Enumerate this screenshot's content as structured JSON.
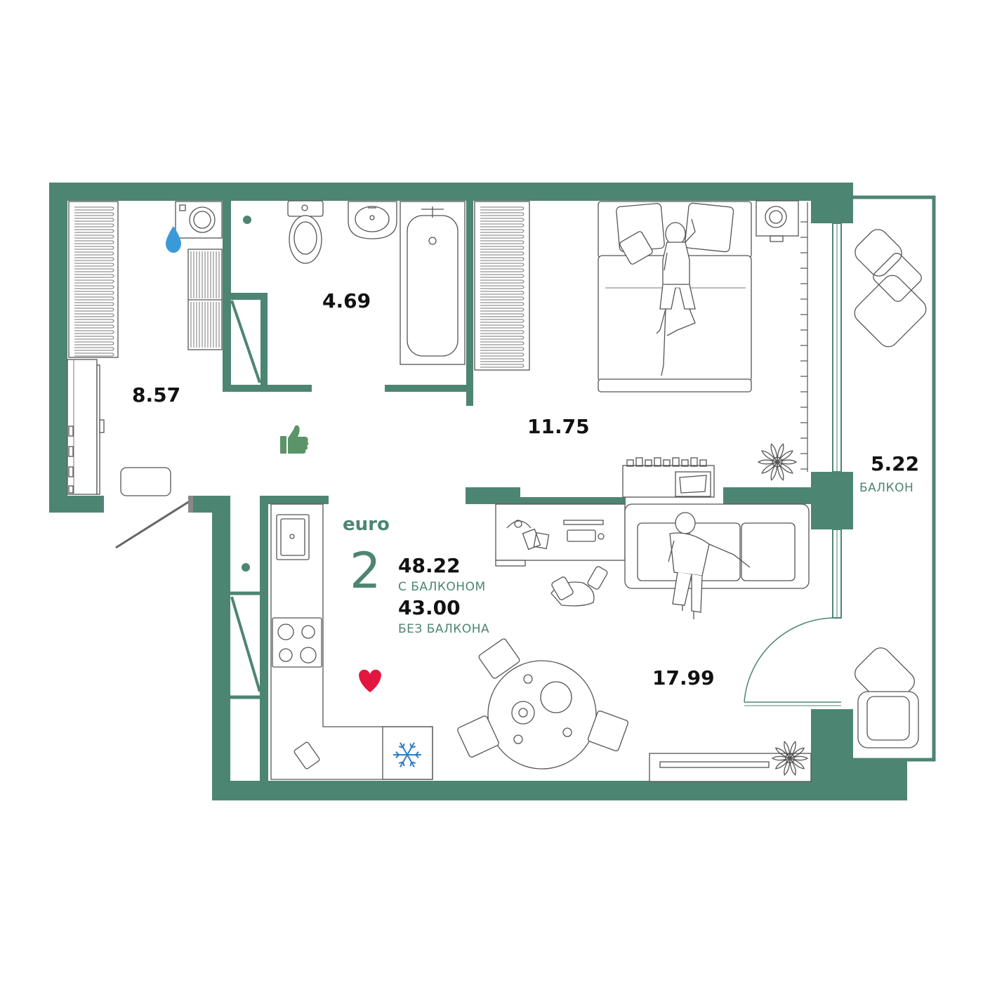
{
  "colors": {
    "wall": "#4d8573",
    "accent_text": "#4d8573",
    "water_icon": "#3a9ad9",
    "thumb_icon": "#5a9468",
    "heart_icon": "#e3163f",
    "snow_icon": "#2f7fc4",
    "furniture_line": "#555555"
  },
  "apartment": {
    "type_label": "euro",
    "rooms": "2",
    "area_with_balcony": "48.22",
    "with_balcony_label": "С БАЛКОНОМ",
    "area_without_balcony": "43.00",
    "without_balcony_label": "БЕЗ БАЛКОНА"
  },
  "rooms": {
    "hallway_area": "8.57",
    "bathroom_area": "4.69",
    "bedroom_area": "11.75",
    "living_kitchen_area": "17.99",
    "balcony_area": "5.22",
    "balcony_label": "БАЛКОН"
  },
  "icons": [
    "water-drop-icon",
    "thumbs-up-icon",
    "heart-icon",
    "snowflake-icon"
  ]
}
